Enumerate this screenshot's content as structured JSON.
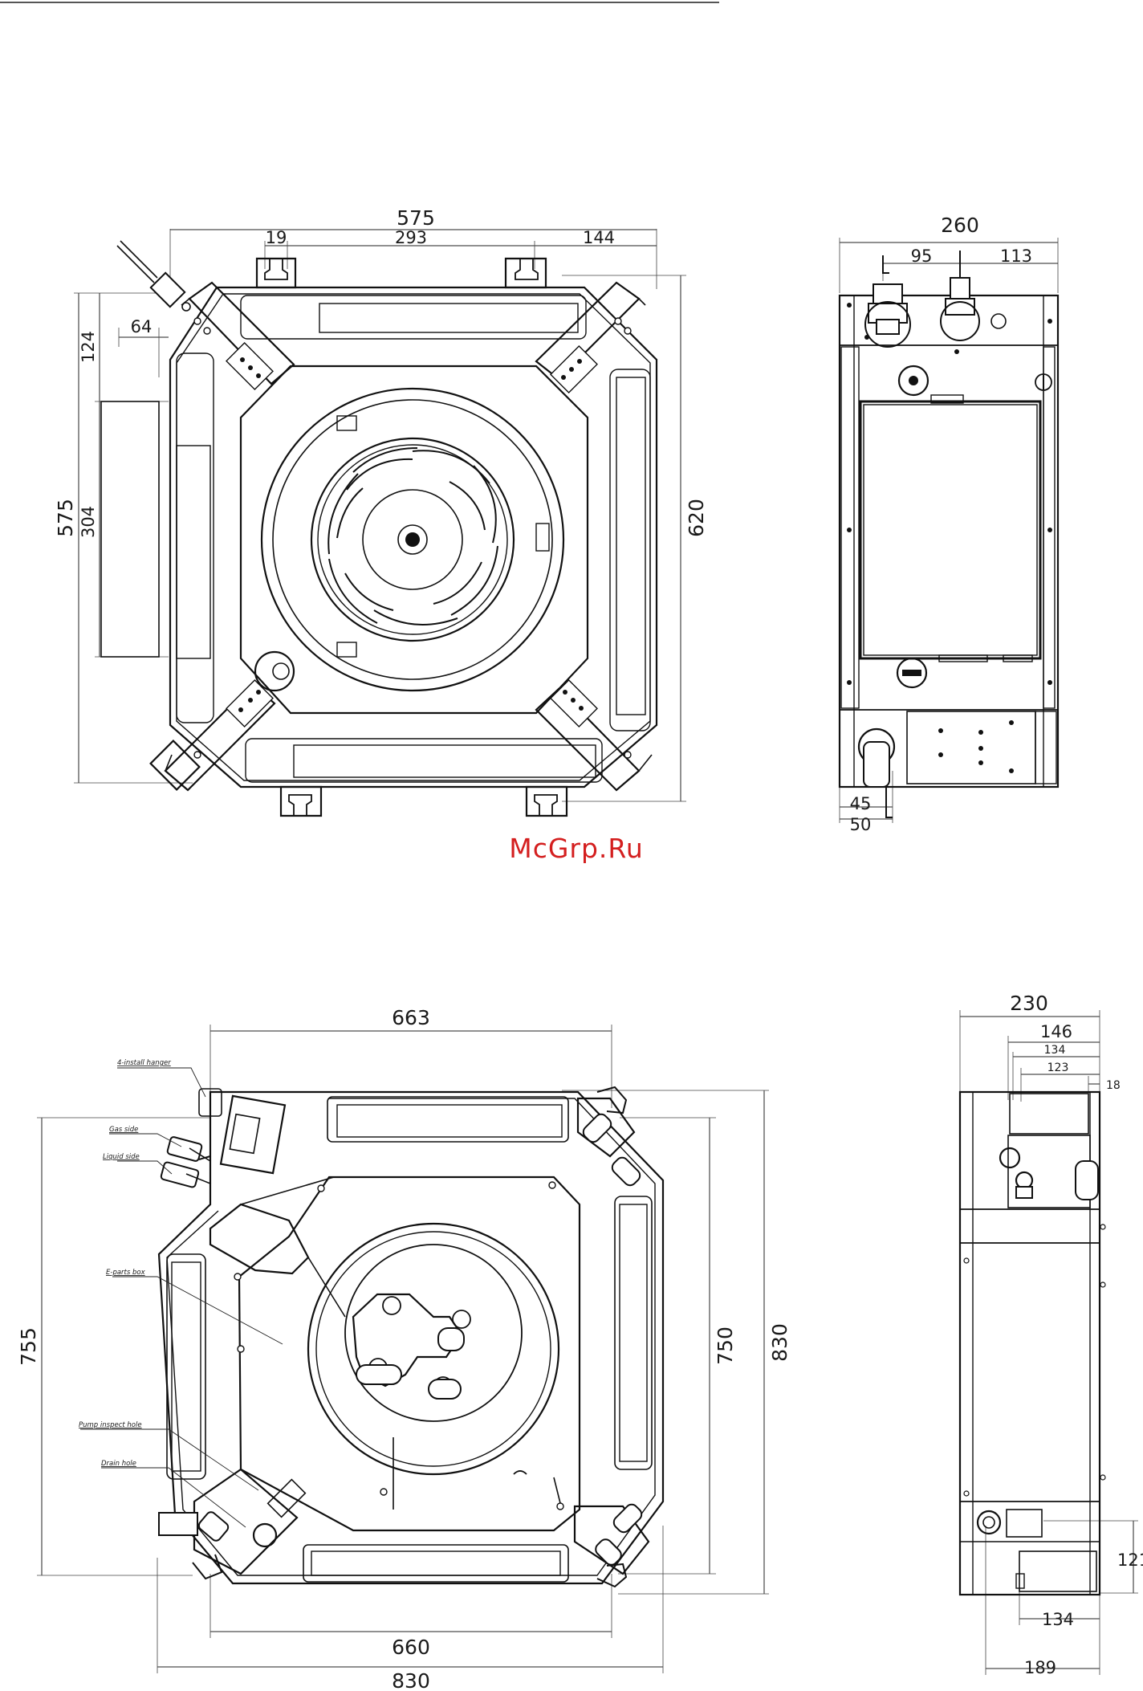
{
  "watermark": "McGrp.Ru",
  "upper_front": {
    "top_overall": "575",
    "top_seg1": "19",
    "top_seg2": "293",
    "top_seg3": "144",
    "left_overall": "575",
    "left_upper": "124",
    "left_lower": "304",
    "left_offset": "64",
    "right_overall": "620"
  },
  "upper_side": {
    "width": "260",
    "pipe1": "95",
    "pipe2": "113",
    "drain1": "45",
    "drain2": "50"
  },
  "lower_front": {
    "top_width": "663",
    "bottom_width": "660",
    "overall_width": "830",
    "left_height": "755",
    "right_height_inner": "750",
    "right_height_overall": "830",
    "labels": {
      "hanger": "4-install hanger",
      "gas": "Gas side",
      "liquid": "Liquid side",
      "eparts": "E-parts box",
      "pump": "Pump inspect hole",
      "drain": "Drain hole"
    }
  },
  "lower_side": {
    "width": "230",
    "d146": "146",
    "d134_top": "134",
    "d123": "123",
    "d18": "18",
    "d121": "121",
    "d134_bottom": "134",
    "d189": "189"
  }
}
